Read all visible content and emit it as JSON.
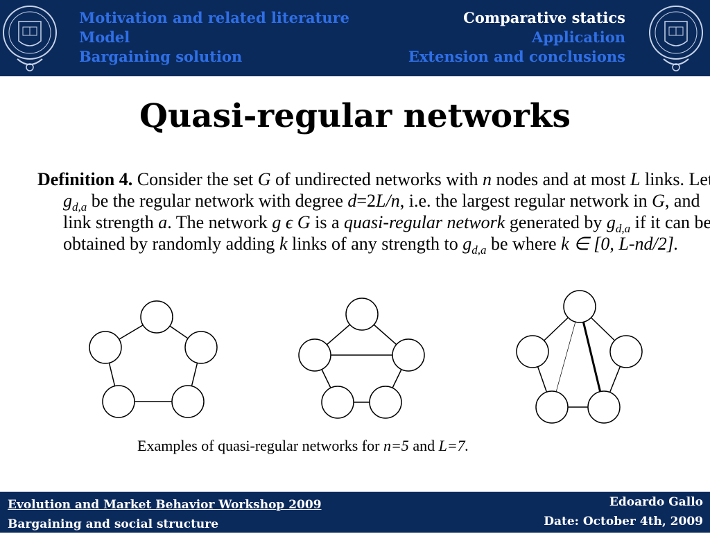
{
  "nav": {
    "left": [
      "Motivation and related literature",
      "Model",
      "Bargaining solution"
    ],
    "right": [
      "Comparative statics",
      "Application",
      "Extension and conclusions"
    ],
    "active": "Comparative statics"
  },
  "slide": {
    "title": "Quasi-regular networks",
    "definition": {
      "label": "Definition 4.",
      "p1": " Consider the set ",
      "G": "G",
      "p2": " of  undirected networks with ",
      "n": "n",
      "p3": " nodes and at most ",
      "L": "L",
      "p4": " links. Let ",
      "g": "g",
      "sub": "d,a",
      "p5": " be the regular network with degree ",
      "deg_d": "d",
      "deg_eq": "=2",
      "deg_frac": "L/n",
      "p6": ", i.e. the largest regular network in ",
      "p7": ", and link strength ",
      "a": "a",
      "p8": ". The network ",
      "g_in_G": "g ϵ G",
      "p9": " is a ",
      "qr_term": "quasi-regular network",
      "p10": " generated by ",
      "p11": " if it can be obtained by randomly adding ",
      "k": "k",
      "p12": " links of any strength to ",
      "p13": " be where ",
      "k_range": "k ∈ [0, L-nd/2].",
      "p14": ""
    },
    "caption": {
      "text1": "Examples of quasi-regular networks for ",
      "n_eq": "n=5",
      "text2": " and ",
      "L_eq": "L=7."
    }
  },
  "footer": {
    "workshop": "Evolution and Market Behavior Workshop 2009",
    "subtitle": "Bargaining and social structure",
    "author": "Edoardo Gallo",
    "date": "Date: October 4th, 2009"
  },
  "colors": {
    "bar": "#0b2a5c",
    "nav_inactive": "#2f6fe6",
    "nav_active": "#ffffff"
  },
  "icons": [
    "oxford-crest-icon",
    "oxford-crest-icon"
  ]
}
